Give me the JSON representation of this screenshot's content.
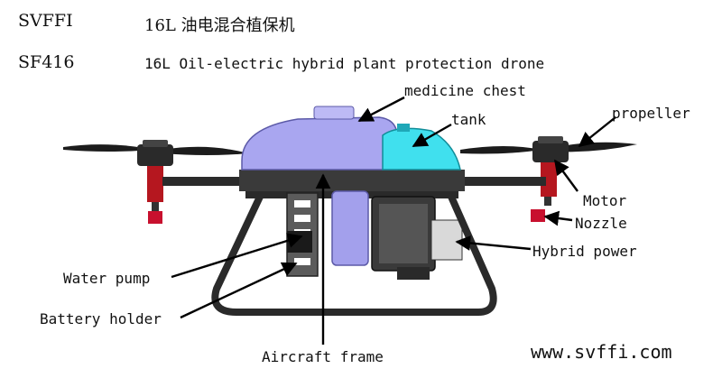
{
  "header": {
    "brand": "SVFFI",
    "title_cn": "16L 油电混合植保机",
    "model": "SF416",
    "title_en": "16L Oil-electric hybrid plant protection drone"
  },
  "labels": {
    "medicine_chest": "medicine chest",
    "tank": "tank",
    "propeller": "propeller",
    "motor": "Motor",
    "nozzle": "Nozzle",
    "hybrid_power": "Hybrid power",
    "water_pump": "Water pump",
    "battery_holder": "Battery holder",
    "aircraft_frame": "Aircraft frame"
  },
  "footer": {
    "website": "www.svffi.com"
  },
  "colors": {
    "chest": "#a9a6f0",
    "tank": "#40e0ee",
    "frame": "#2a2a2a",
    "nozzle": "#c8102e"
  }
}
